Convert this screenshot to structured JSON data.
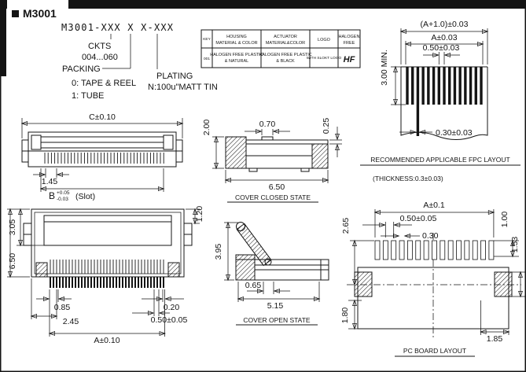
{
  "header": {
    "title": "M3001"
  },
  "part_number": {
    "code": "M3001-XXX X X-XXX",
    "ckts_label": "CKTS",
    "ckts_range": "004...060",
    "packing_label": "PACKING",
    "packing_opt1": "0: TAPE & REEL",
    "packing_opt2": "1: TUBE",
    "plating_label": "PLATING",
    "plating_value": "N:100u\"MATT TIN"
  },
  "spec_table": {
    "corner_top": "KEY",
    "corner_bottom": "001",
    "h_housing_1": "HOUSING",
    "h_housing_2": "MATERIAL & COLOR",
    "h_actuator_1": "ACTUATOR",
    "h_actuator_2": "MATERIAL&COLOR",
    "h_logo": "LOGO",
    "h_halogen_1": "HALOGEN",
    "h_halogen_2": "FREE",
    "v_housing_1": "HALOGEN FREE PLASTIC",
    "v_housing_2": "& NATURAL",
    "v_actuator_1": "HALOGEN FREE PLASTIC",
    "v_actuator_2": "& BLACK",
    "v_logo": "WITH SLOKT LOGO",
    "v_halogen": "HF",
    "hf_color": "#d23c1e"
  },
  "fpc": {
    "dim_overall": "(A+1.0)±0.03",
    "dim_a": "A±0.03",
    "dim_pitch": "0.50±0.03",
    "dim_depth": "3.00 MIN.",
    "dim_trace": "0.30±0.03",
    "caption": "RECOMMENDED APPLICABLE FPC LAYOUT",
    "thickness": "(THICKNESS:0.3±0.03)"
  },
  "front": {
    "dim_c": "C±0.10",
    "dim_key": "1.45",
    "dim_b": "B",
    "dim_b_up": "+0.05",
    "dim_b_dn": "-0.03",
    "dim_b_suffix": "(Slot)"
  },
  "closed": {
    "dim_h": "2.00",
    "dim_tab": "0.70",
    "dim_t": "0.25",
    "dim_w": "6.50",
    "caption": "COVER CLOSED STATE"
  },
  "open": {
    "dim_h": "3.95",
    "dim_pivot": "0.65",
    "dim_w": "5.15",
    "caption": "COVER OPEN STATE"
  },
  "top": {
    "dim_upper": "3.05",
    "dim_depth": "6.50",
    "dim_cover": "1.20",
    "dim_pin1": "0.85",
    "dim_pin2": "0.20",
    "dim_end": "2.45",
    "dim_pitch": "0.50±0.05",
    "dim_a": "A±0.10"
  },
  "pcb": {
    "dim_a": "A±0.1",
    "dim_pitch": "0.50±0.05",
    "dim_pad": "0.30",
    "dim_upper": "2.65",
    "dim_pad_l": "1.00",
    "dim_side": "1.53",
    "dim_lower": "1.80",
    "dim_edge": "1.85",
    "caption": "PC BOARD LAYOUT"
  }
}
